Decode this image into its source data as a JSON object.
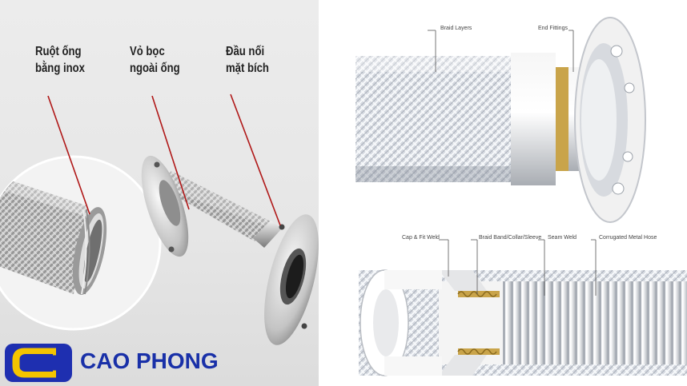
{
  "left_panel": {
    "labels": {
      "inner_tube": "Ruột ống\nbằng inox",
      "outer_sleeve": "Vỏ bọc\nngoài ống",
      "flange_fitting": "Đầu nối\nmặt bích"
    },
    "brand": {
      "logo_letter": "C",
      "name": "CAO PHONG",
      "colors": {
        "blue": "#1e2fb0",
        "yellow": "#f4c400"
      }
    }
  },
  "right_panel": {
    "top_diagram": {
      "braid_layers": "Braid Layers",
      "end_fittings": "End Fittings"
    },
    "bottom_diagram": {
      "cap_fit_weld": "Cap & Fit Weld",
      "braid_band": "Braid Band/Collar/Sleeve",
      "seam_weld": "Seam Weld",
      "corrugated_hose": "Corrugated Metal Hose"
    }
  },
  "colors": {
    "leader_line": "#b01818",
    "accent_brass": "#c9a44a"
  }
}
